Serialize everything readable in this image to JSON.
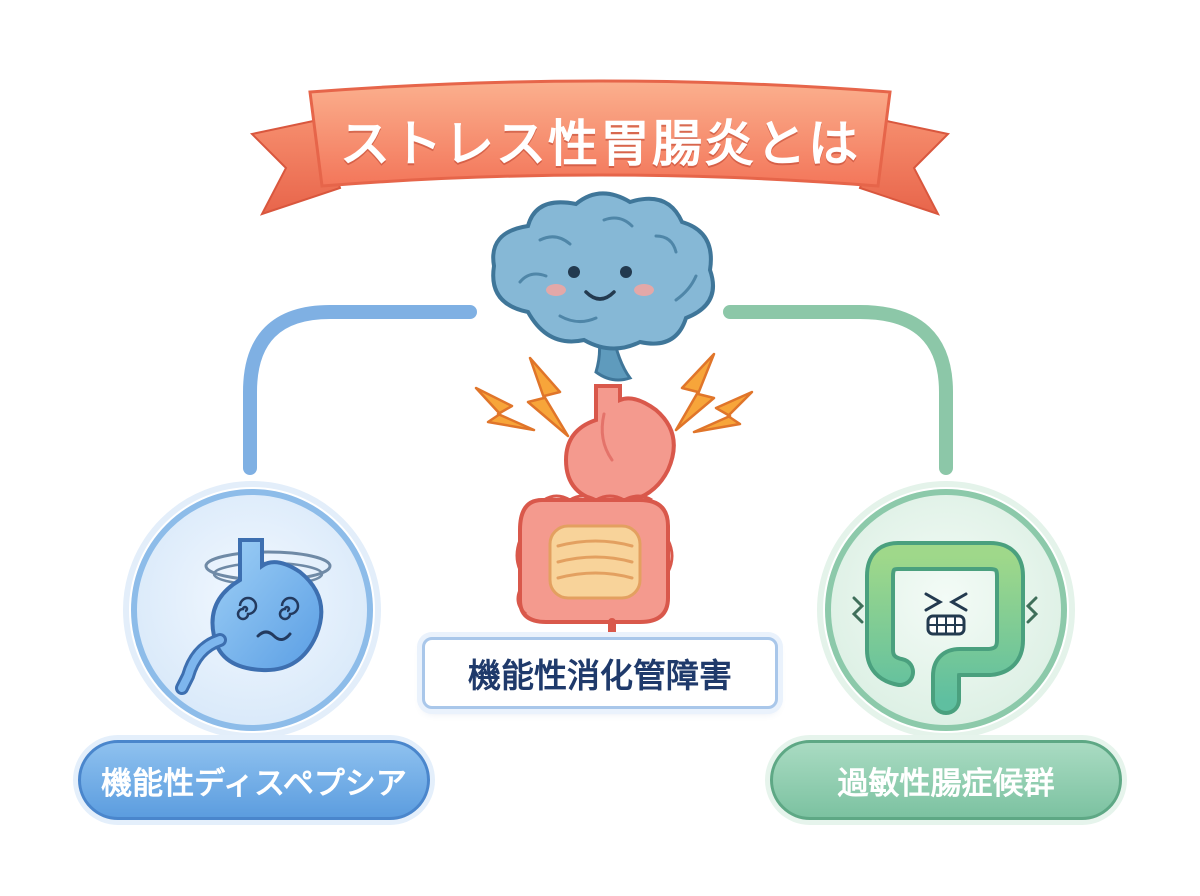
{
  "title": "ストレス性胃腸炎とは",
  "center": {
    "label": "機能性消化管障害"
  },
  "left": {
    "label": "機能性ディスペプシア"
  },
  "right": {
    "label": "過敏性腸症候群"
  },
  "colors": {
    "ribbon": "#f58a6a",
    "left_accent": "#6aa7e6",
    "right_accent": "#7fbf9d",
    "center_text": "#1f3a6b",
    "brain": "#6fa8c8",
    "digestive": "#f49a8e",
    "lightning": "#f7a53a"
  },
  "icons": [
    "brain-icon",
    "stomach-icon",
    "intestine-icon",
    "lightning-icon",
    "dizzy-stomach-icon",
    "colon-icon"
  ]
}
